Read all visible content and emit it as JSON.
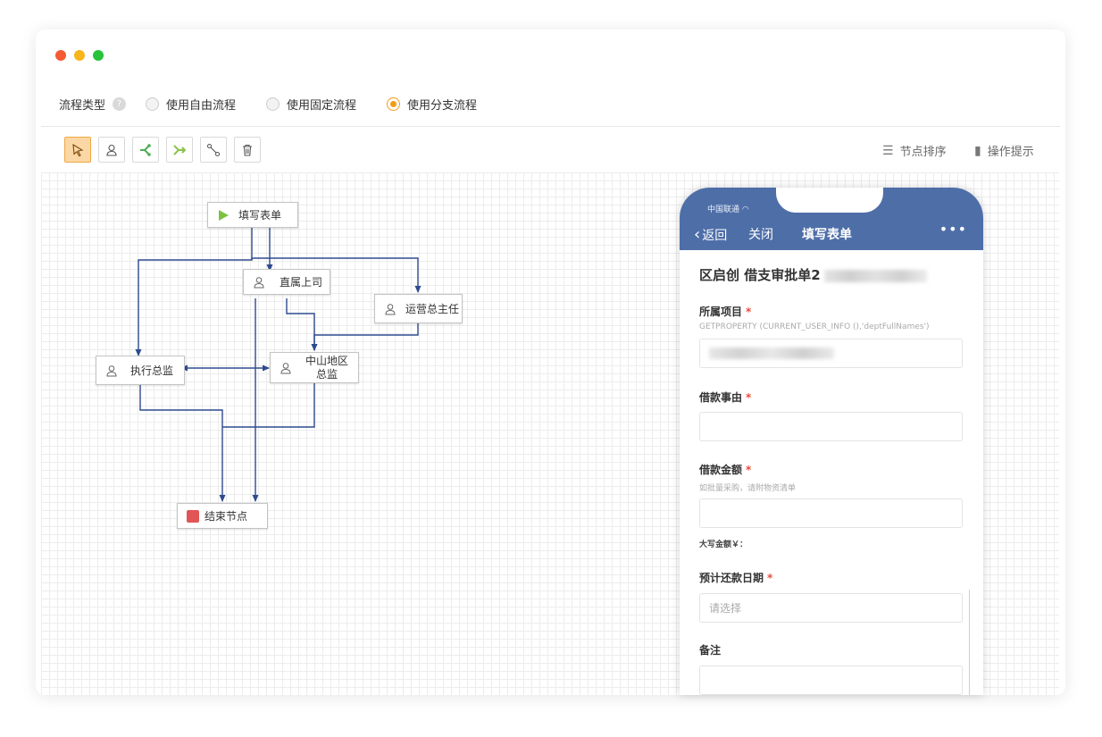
{
  "window": {
    "controls": [
      "close",
      "minimize",
      "maximize"
    ]
  },
  "flow_type": {
    "label": "流程类型",
    "help": "?",
    "options": [
      {
        "label": "使用自由流程",
        "selected": false
      },
      {
        "label": "使用固定流程",
        "selected": false
      },
      {
        "label": "使用分支流程",
        "selected": true
      }
    ]
  },
  "toolbar": {
    "tools": [
      "select-icon",
      "user-node-icon",
      "branch-icon",
      "merge-icon",
      "connect-icon",
      "delete-icon"
    ],
    "sort_label": "节点排序",
    "tips_label": "操作提示"
  },
  "diagram": {
    "nodes": {
      "start": "填写表单",
      "direct_boss": "直属上司",
      "ops_director": "运营总主任",
      "exec_director": "执行总监",
      "zs_director": "中山地区总监",
      "end": "结束节点"
    }
  },
  "phone": {
    "status": "中国联通",
    "nav": {
      "back": "返回",
      "close": "关闭",
      "title": "填写表单",
      "more": "•••"
    },
    "form_title": "区启创 借支审批单2",
    "fields": [
      {
        "label": "所属项目",
        "required": true,
        "hint": "GETPROPERTY (CURRENT_USER_INFO (),'deptFullNames')",
        "value": ""
      },
      {
        "label": "借款事由",
        "required": true,
        "hint": "",
        "value": ""
      },
      {
        "label": "借款金额",
        "required": true,
        "hint": "如批量采购，请附物资清单",
        "value": ""
      },
      {
        "label": "预计还款日期",
        "required": true,
        "hint": "",
        "placeholder": "请选择"
      },
      {
        "label": "备注",
        "required": false,
        "hint": ""
      }
    ],
    "amount_caps": "大写金额￥："
  },
  "colors": {
    "accent": "#f39c12",
    "edge": "#2e4b8f",
    "phone_header": "#4e6ea8",
    "required": "#e74c3c"
  }
}
